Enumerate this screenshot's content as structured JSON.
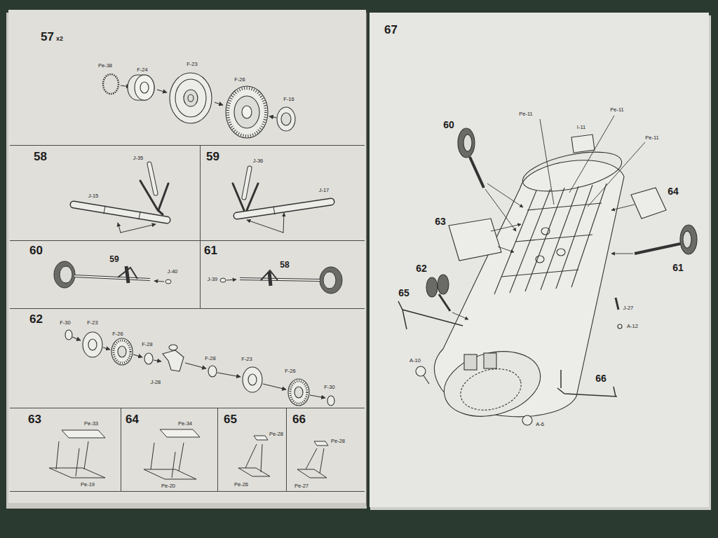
{
  "diagram": {
    "nodes": [
      {
        "text": [
          "57",
          "x2"
        ]
      },
      {
        "text": [
          "58"
        ]
      },
      {
        "text": [
          "59"
        ]
      },
      {
        "text": [
          "60"
        ]
      },
      {
        "text": [
          "61"
        ]
      },
      {
        "text": [
          "62"
        ]
      },
      {
        "text": [
          "63"
        ]
      },
      {
        "text": [
          "64"
        ]
      },
      {
        "text": [
          "65"
        ]
      },
      {
        "text": [
          "66"
        ]
      },
      {
        "text": [
          "67"
        ]
      }
    ],
    "labels": [
      "Pe-38",
      "F-24",
      "F-23",
      "F-26",
      "F-16",
      "J-35",
      "J-15",
      "J-36",
      "J-17",
      "59",
      "J-40",
      "J-39",
      "58",
      "F-30",
      "F-23",
      "F-26",
      "F-28",
      "J-28",
      "F-28",
      "F-23",
      "F-26",
      "F-30",
      "Pe-33",
      "Pe-19",
      "Pe-34",
      "Pe-20",
      "Pe-28",
      "Pe-26",
      "Pe-28",
      "Pe-27",
      "Pe-11",
      "I-11",
      "Pe-11",
      "Pe-11",
      "60",
      "64",
      "63",
      "61",
      "62",
      "65",
      "J-27",
      "A-12",
      "A-10",
      "66",
      "A-6"
    ]
  }
}
